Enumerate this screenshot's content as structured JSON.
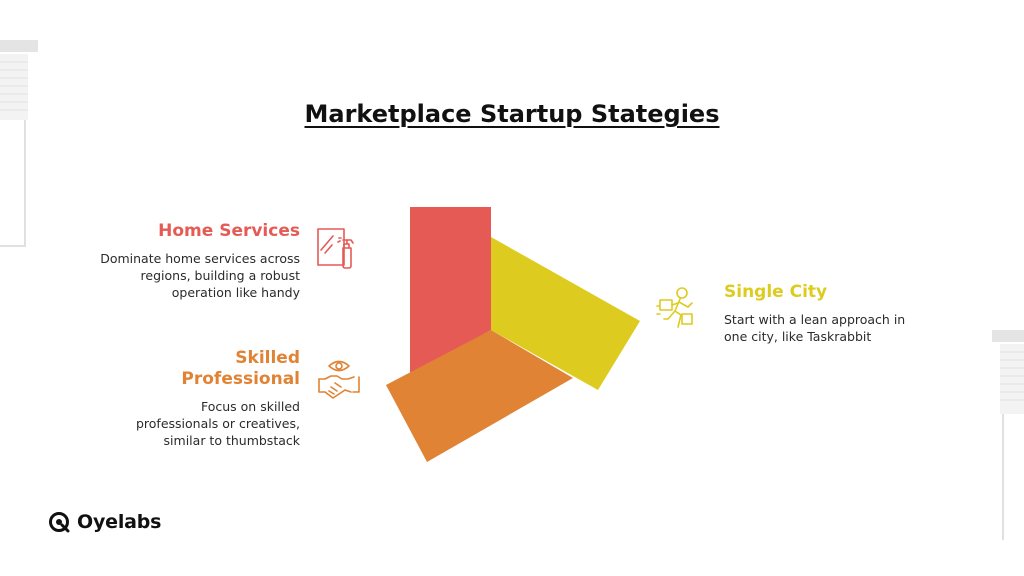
{
  "title": "Marketplace Startup Stategies",
  "colors": {
    "home_services": "#e55a55",
    "single_city": "#ddcc1f",
    "skilled_professional": "#e08334"
  },
  "segments": [
    {
      "heading": "Home Services",
      "description": "Dominate home services across regions, building a robust operation like handy",
      "icon": "cleaning-spray-icon"
    },
    {
      "heading": "Single City",
      "description": "Start with a lean approach in one city, like Taskrabbit",
      "icon": "delivery-person-icon"
    },
    {
      "heading_line1": "Skilled",
      "heading_line2": "Professional",
      "description": "Focus on skilled professionals or creatives, similar to thumbstack",
      "icon": "handshake-eye-icon"
    }
  ],
  "brand": {
    "name": "Oyelabs",
    "icon": "oyelabs-logo-icon"
  }
}
